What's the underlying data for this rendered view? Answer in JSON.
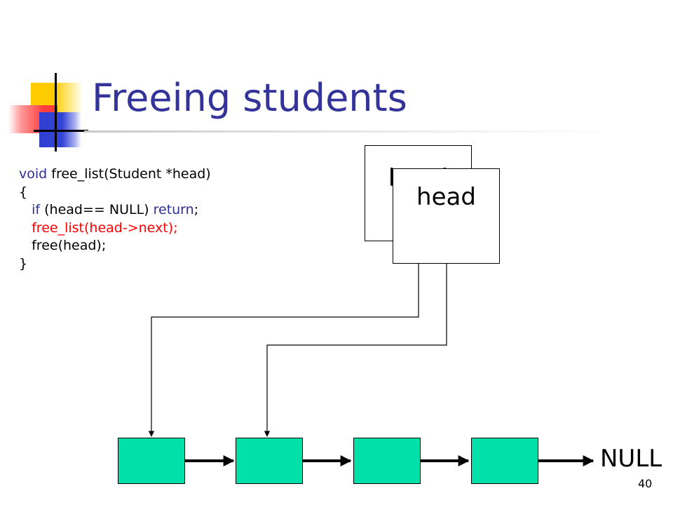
{
  "slide": {
    "title": "Freeing students",
    "number": "40"
  },
  "code": {
    "line1": {
      "keyword": "void",
      "rest": " free_list(Student *head)"
    },
    "line2": "{",
    "line3": {
      "indent": "   ",
      "kw_if": "if",
      "middle": " (head== NULL) ",
      "kw_return": "return",
      "end": ";"
    },
    "line4": "",
    "line5": "   free_list(head->next);",
    "line6": "   free(head);",
    "line7": "}"
  },
  "diagram": {
    "frame_back_label": "head",
    "frame_front_label": "head",
    "null_label": "NULL",
    "node_count": 4,
    "colors": {
      "title": "#33339a",
      "keyword": "#2d2d9a",
      "highlight": "#ff0000",
      "node_fill": "#00e0a8"
    }
  }
}
